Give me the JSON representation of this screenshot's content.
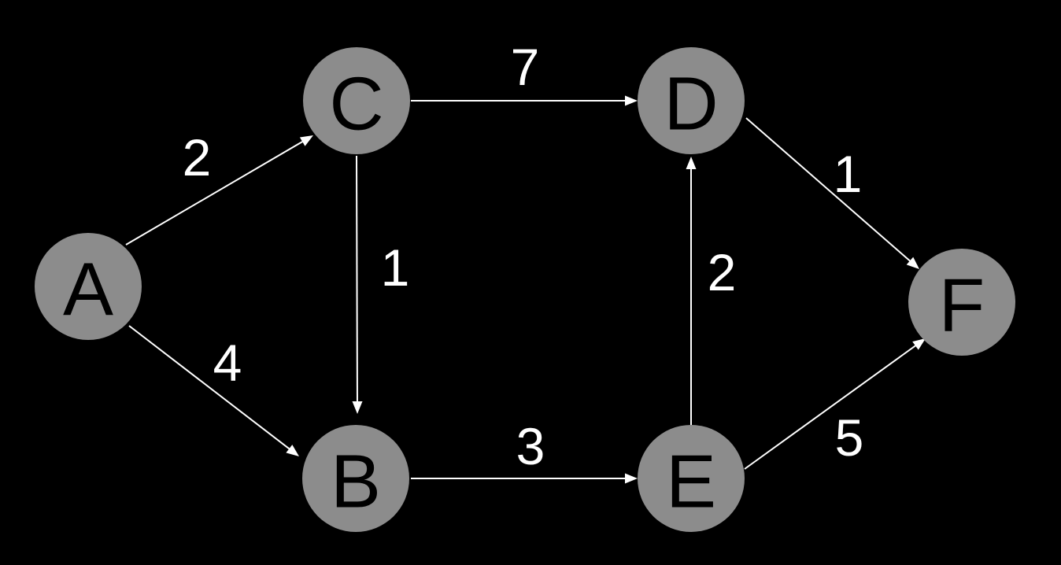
{
  "colors": {
    "background": "#000000",
    "node_fill": "#8c8c8c",
    "node_text": "#000000",
    "edge": "#ffffff",
    "weight_text": "#ffffff"
  },
  "graph": {
    "nodes": [
      {
        "id": "A",
        "label": "A"
      },
      {
        "id": "B",
        "label": "B"
      },
      {
        "id": "C",
        "label": "C"
      },
      {
        "id": "D",
        "label": "D"
      },
      {
        "id": "E",
        "label": "E"
      },
      {
        "id": "F",
        "label": "F"
      }
    ],
    "edges": [
      {
        "from": "A",
        "to": "C",
        "weight": "2"
      },
      {
        "from": "A",
        "to": "B",
        "weight": "4"
      },
      {
        "from": "C",
        "to": "B",
        "weight": "1"
      },
      {
        "from": "C",
        "to": "D",
        "weight": "7"
      },
      {
        "from": "B",
        "to": "E",
        "weight": "3"
      },
      {
        "from": "E",
        "to": "D",
        "weight": "2"
      },
      {
        "from": "D",
        "to": "F",
        "weight": "1"
      },
      {
        "from": "E",
        "to": "F",
        "weight": "5"
      }
    ]
  }
}
